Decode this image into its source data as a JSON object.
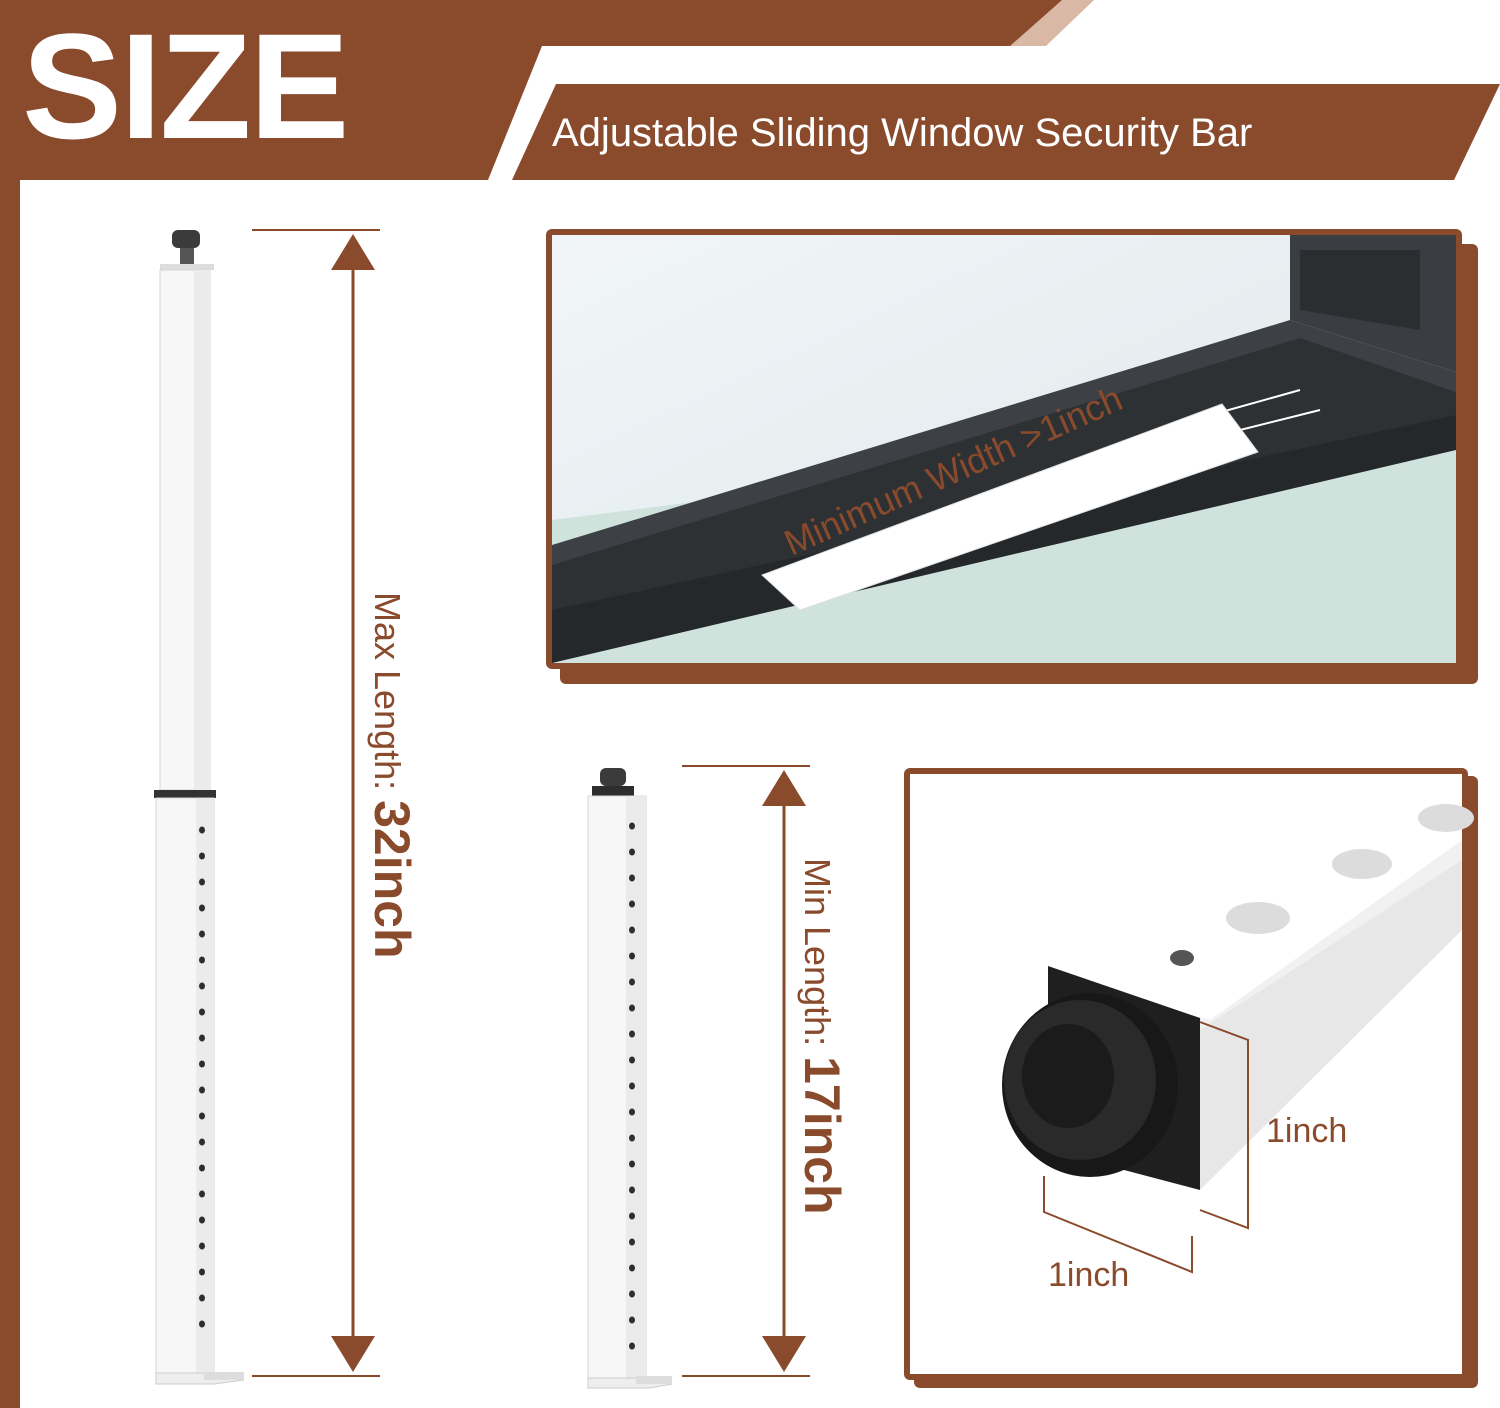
{
  "header": {
    "title": "SIZE",
    "subtitle": "Adjustable Sliding Window Security Bar"
  },
  "dimensions": {
    "max_prefix": "Max Length: ",
    "max_value": "32inch",
    "min_prefix": "Min Length: ",
    "min_value": "17inch",
    "cap_width": "1inch",
    "cap_depth": "1inch"
  },
  "window_photo": {
    "tag_text": "Minimum Width >1inch"
  },
  "colors": {
    "brand_brown": "#8a4a2c",
    "accent_tan": "#d9b9a6",
    "bar_white": "#f6f6f6"
  }
}
